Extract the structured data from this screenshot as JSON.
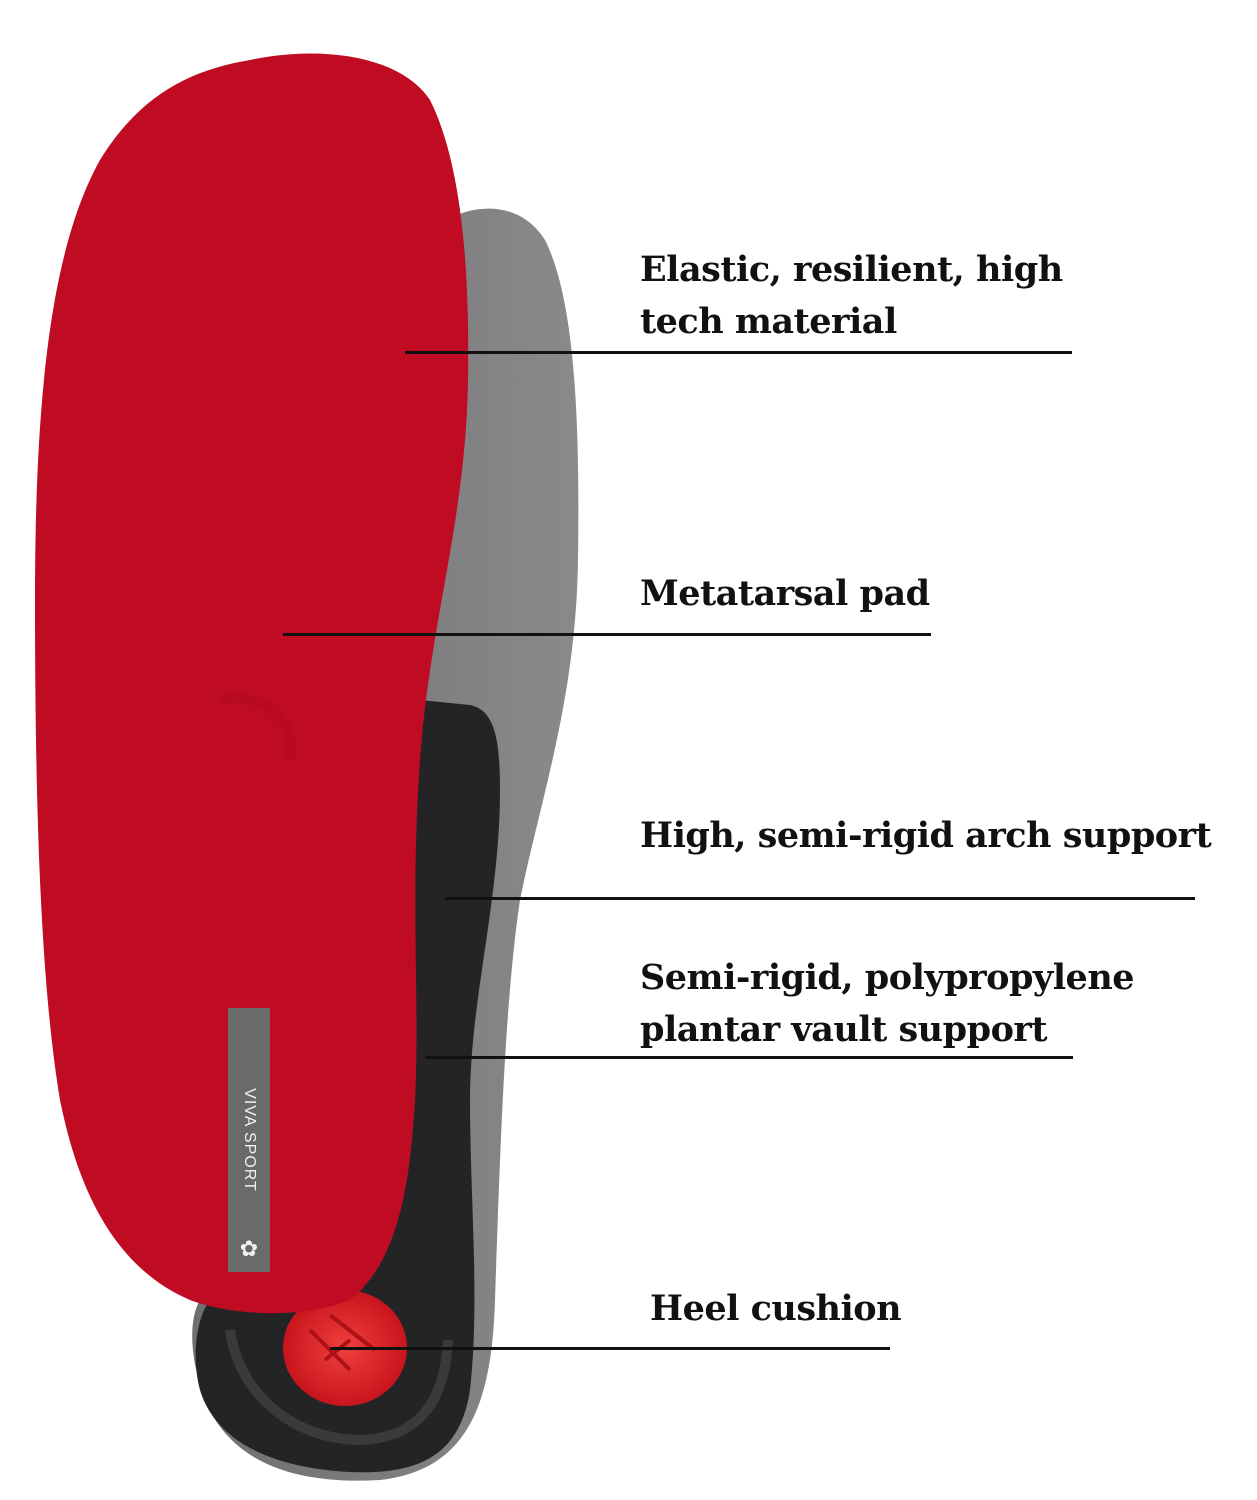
{
  "diagram": {
    "subject": "Insole with labeled features",
    "brand": {
      "text": "VIVA SPORT",
      "icon": "flower-logo-icon"
    },
    "colors": {
      "background": "#ffffff",
      "top_layer_red": "#c00c22",
      "base_gray": "#7b7b7d",
      "arch_black": "#232325",
      "heel_cushion_red": "#e0252c",
      "text": "#111111"
    },
    "labels": [
      {
        "id": "material",
        "lines": [
          "Elastic, resilient, high",
          "tech material"
        ]
      },
      {
        "id": "metatarsal",
        "lines": [
          "Metatarsal pad"
        ]
      },
      {
        "id": "arch",
        "lines": [
          "High, semi-rigid arch support"
        ]
      },
      {
        "id": "vault",
        "lines": [
          "Semi-rigid, polypropylene",
          "plantar vault support"
        ]
      },
      {
        "id": "heel",
        "lines": [
          "Heel cushion"
        ]
      }
    ]
  }
}
